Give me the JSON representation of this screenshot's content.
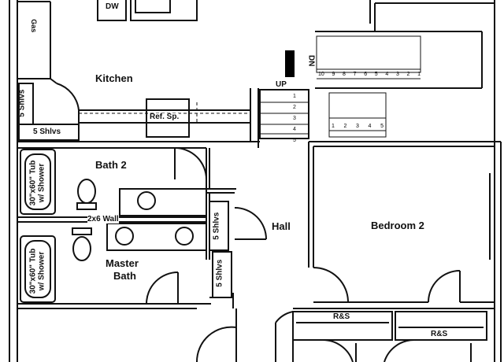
{
  "rooms": {
    "kitchen": "Kitchen",
    "bath2": "Bath 2",
    "master_bath_line1": "Master",
    "master_bath_line2": "Bath",
    "hall": "Hall",
    "bedroom2": "Bedroom 2"
  },
  "fixtures": {
    "dw": "DW",
    "gas": "Gas",
    "ref_sp": "Ref. Sp.",
    "shelves_kitchen_vertical": "5 Shlvs",
    "shelves_kitchen_horizontal": "5 Shlvs",
    "shelves_hall_1": "5 Shlvs",
    "shelves_hall_2": "5 Shlvs",
    "tub1_line1": "30\"x60\" Tub",
    "tub1_line2": "w/ Shower",
    "tub2_line1": "30\"x60\" Tub",
    "tub2_line2": "w/ Shower",
    "wall_note": "2x6 Wall",
    "rs_left": "R&S",
    "rs_right": "R&S"
  },
  "stairs": {
    "up": "UP",
    "dn": "DN",
    "up_steps": [
      "1",
      "2",
      "3",
      "4",
      "5"
    ],
    "dn_upper_steps": [
      "10",
      "9",
      "8",
      "7",
      "6",
      "5",
      "4",
      "3",
      "2",
      "1"
    ],
    "dn_lower_steps": [
      "1",
      "2",
      "3",
      "4",
      "5"
    ]
  },
  "colors": {
    "line": "#111111",
    "background": "#ffffff",
    "stair_block": "#000000"
  }
}
